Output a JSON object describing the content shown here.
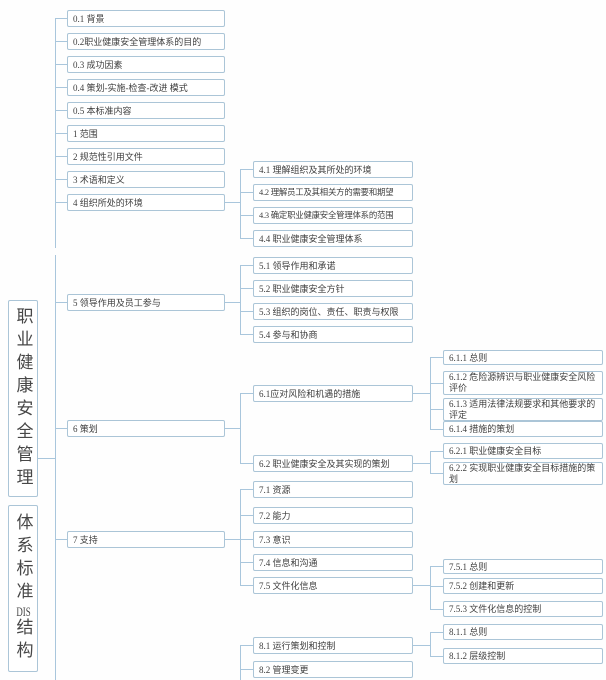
{
  "root": {
    "title_top": "职业健康安全管理",
    "title_bottom_a": "体系标准",
    "title_dis": "DIS",
    "title_bottom_b": "结构"
  },
  "nodes": {
    "b0_1": "0.1 背景",
    "b0_2": "0.2职业健康安全管理体系的目的",
    "b0_3": "0.3 成功因素",
    "b0_4": "0.4 策划-实施-检查-改进 模式",
    "b0_5": "0.5 本标准内容",
    "b1": "1 范围",
    "b2": "2 规范性引用文件",
    "b3": "3 术语和定义",
    "b4": "4 组织所处的环境",
    "b4_1": "4.1 理解组织及其所处的环境",
    "b4_2": "4.2 理解员工及其相关方的需要和期望",
    "b4_3": "4.3 确定职业健康安全管理体系的范围",
    "b4_4": "4.4 职业健康安全管理体系",
    "b5": "5 领导作用及员工参与",
    "b5_1": "5.1 领导作用和承诺",
    "b5_2": "5.2 职业健康安全方针",
    "b5_3": "5.3 组织的岗位、责任、职责与权限",
    "b5_4": "5.4 参与和协商",
    "b6": "6 策划",
    "b6_1": "6.1应对风险和机遇的措施",
    "b6_1_1": "6.1.1 总则",
    "b6_1_2": "6.1.2 危险源辨识与职业健康安全风险评价",
    "b6_1_3": "6.1.3 适用法律法规要求和其他要求的评定",
    "b6_1_4": "6.1.4 措施的策划",
    "b6_2": "6.2 职业健康安全及其实现的策划",
    "b6_2_1": "6.2.1 职业健康安全目标",
    "b6_2_2": "6.2.2 实现职业健康安全目标措施的策划",
    "b7": "7 支持",
    "b7_1": "7.1 资源",
    "b7_2": "7.2 能力",
    "b7_3": "7.3 意识",
    "b7_4": "7.4 信息和沟通",
    "b7_5": "7.5 文件化信息",
    "b7_5_1": "7.5.1 总则",
    "b7_5_2": "7.5.2 创建和更新",
    "b7_5_3": "7.5.3 文件化信息的控制",
    "b8_1": "8.1 运行策划和控制",
    "b8_1_1": "8.1.1 总则",
    "b8_1_2": "8.1.2 层级控制",
    "b8_2": "8.2 管理变更"
  },
  "colors": {
    "node_border": "#abc5d7",
    "connector": "#a9c6dc",
    "text": "#3e3e3e"
  }
}
